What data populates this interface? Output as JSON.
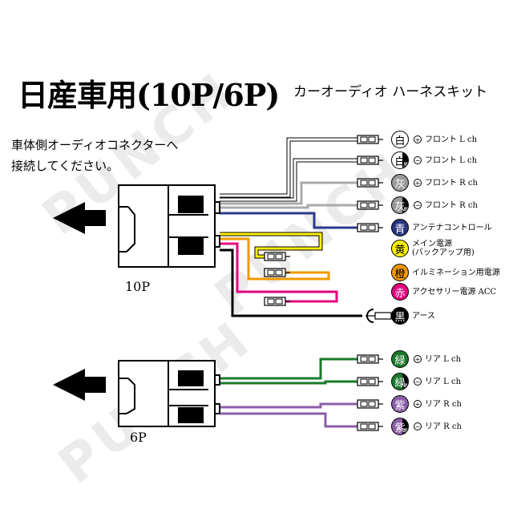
{
  "title": "日産車用(10P/6P)",
  "subtitle": "カーオーディオ ハーネスキット",
  "instruction": {
    "line1": "車体側オーディオコネクターへ",
    "line2": "接続してください。"
  },
  "connectors": {
    "c10": "10P",
    "c6": "6P"
  },
  "watermark": "PUNCH",
  "wires": [
    {
      "badge": "白",
      "badge_bg": "#ffffff",
      "badge_fg": "#000000",
      "striped": false,
      "mark": "⊕",
      "label": "フロント L ch",
      "color": "#ffffff"
    },
    {
      "badge": "白",
      "badge_bg": "#ffffff",
      "badge_fg": "#000000",
      "striped": true,
      "stripe_text": "黒",
      "mark": "⊖",
      "label": "フロント L ch",
      "color": "#ffffff"
    },
    {
      "badge": "灰",
      "badge_bg": "#9a9a9a",
      "badge_fg": "#ffffff",
      "striped": false,
      "mark": "⊕",
      "label": "フロント R ch",
      "color": "#aaaaaa"
    },
    {
      "badge": "灰",
      "badge_bg": "#9a9a9a",
      "badge_fg": "#ffffff",
      "striped": true,
      "stripe_text": "黒",
      "mark": "⊖",
      "label": "フロント R ch",
      "color": "#aaaaaa"
    },
    {
      "badge": "青",
      "badge_bg": "#2a3580",
      "badge_fg": "#ffffff",
      "striped": false,
      "mark": "",
      "label": "アンテナコントロール",
      "color": "#2b3a8c"
    },
    {
      "badge": "黄",
      "badge_bg": "#fff200",
      "badge_fg": "#000000",
      "striped": false,
      "mark": "",
      "label": "メイン電源",
      "label2": "(バックアップ用)",
      "color": "#fff200"
    },
    {
      "badge": "橙",
      "badge_bg": "#f39800",
      "badge_fg": "#000000",
      "striped": false,
      "mark": "",
      "label": "イルミネーション用電源",
      "color": "#f39800"
    },
    {
      "badge": "赤",
      "badge_bg": "#e4007f",
      "badge_fg": "#ffffff",
      "striped": false,
      "mark": "",
      "label": "アクセサリー電源 ACC",
      "color": "#e4007f"
    },
    {
      "badge": "黒",
      "badge_bg": "#000000",
      "badge_fg": "#ffffff",
      "striped": false,
      "mark": "",
      "label": "アース",
      "color": "#000000"
    },
    {
      "badge": "緑",
      "badge_bg": "#1a7a2a",
      "badge_fg": "#ffffff",
      "striped": false,
      "mark": "⊕",
      "label": "リア L ch",
      "color": "#1a7a2a"
    },
    {
      "badge": "緑",
      "badge_bg": "#1a7a2a",
      "badge_fg": "#ffffff",
      "striped": true,
      "stripe_text": "黒",
      "mark": "⊖",
      "label": "リア L ch",
      "color": "#1a7a2a"
    },
    {
      "badge": "紫",
      "badge_bg": "#8b5ea8",
      "badge_fg": "#ffffff",
      "striped": false,
      "mark": "⊕",
      "label": "リア R ch",
      "color": "#8b5ea8"
    },
    {
      "badge": "紫",
      "badge_bg": "#8b5ea8",
      "badge_fg": "#ffffff",
      "striped": true,
      "stripe_text": "黒",
      "mark": "⊖",
      "label": "リア R ch",
      "color": "#8b5ea8"
    }
  ]
}
